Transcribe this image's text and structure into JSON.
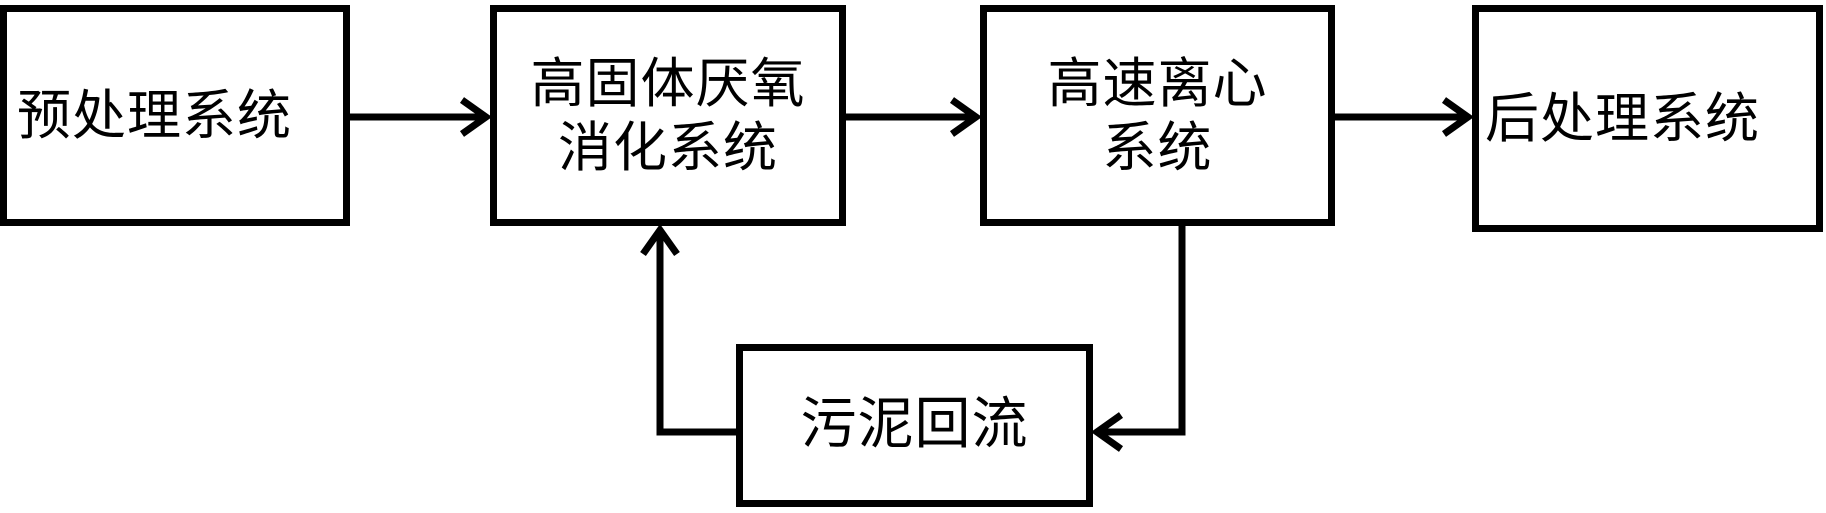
{
  "nodes": {
    "pretreatment": {
      "label": "预处理系统"
    },
    "anaerobic": {
      "label_line1": "高固体厌氧",
      "label_line2": "消化系统"
    },
    "centrifuge": {
      "label_line1": "高速离心",
      "label_line2": "系统"
    },
    "posttreatment": {
      "label": "后处理系统"
    },
    "sludge_return": {
      "label": "污泥回流"
    }
  },
  "edges": [
    {
      "from": "pretreatment",
      "to": "anaerobic"
    },
    {
      "from": "anaerobic",
      "to": "centrifuge"
    },
    {
      "from": "centrifuge",
      "to": "posttreatment"
    },
    {
      "from": "centrifuge",
      "to": "sludge_return"
    },
    {
      "from": "sludge_return",
      "to": "anaerobic"
    }
  ],
  "colors": {
    "stroke": "#000000",
    "fill": "#ffffff"
  }
}
